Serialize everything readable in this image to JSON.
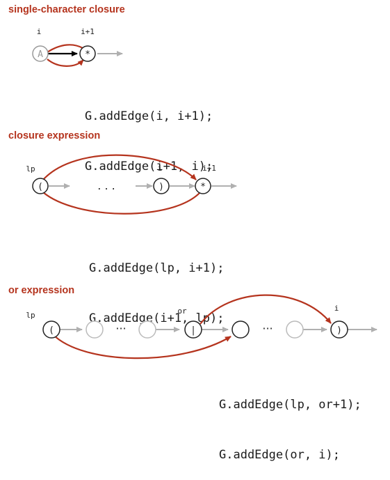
{
  "sections": [
    {
      "heading": "single-character closure",
      "labels": {
        "i": "i",
        "i_plus_1": "i+1"
      },
      "nodes": {
        "a": "A",
        "star": "*"
      },
      "code": [
        "G.addEdge(i, i+1);",
        "G.addEdge(i+1, i);"
      ]
    },
    {
      "heading": "closure expression",
      "labels": {
        "lp": "lp",
        "i": "i",
        "i_plus_1": "i+1"
      },
      "nodes": {
        "lparen": "(",
        "rparen": ")",
        "star": "*"
      },
      "ellipsis": ". . .",
      "code": [
        "G.addEdge(lp, i+1);",
        "G.addEdge(i+1, lp);"
      ]
    },
    {
      "heading": "or expression",
      "labels": {
        "lp": "lp",
        "or": "or",
        "i": "i"
      },
      "nodes": {
        "lparen": "(",
        "bar": "|",
        "rparen": ")"
      },
      "ellipsis": "···",
      "code": [
        "G.addEdge(lp, or+1);",
        "G.addEdge(or, i);"
      ]
    }
  ],
  "colors": {
    "heading": "#b5341e",
    "epsilon_edge": "#b5341e",
    "match_edge": "#000000",
    "sequence_edge": "#b0b0b0",
    "grey_node": "#bbbbbb"
  }
}
